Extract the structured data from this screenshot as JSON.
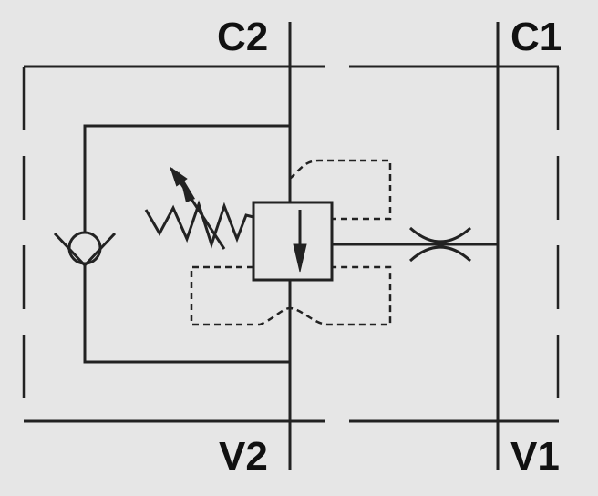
{
  "ports": {
    "c2": "C2",
    "c1": "C1",
    "v2": "V2",
    "v1": "V1"
  },
  "colors": {
    "background": "#e6e6e6",
    "line": "#222222",
    "text": "#111111"
  },
  "symbols": {
    "relief_spring": "adjustable-spring-icon",
    "check": "check-valve-icon",
    "orifice": "orifice-restrictor-icon",
    "flow_arrow": "flow-arrow-down-icon"
  }
}
